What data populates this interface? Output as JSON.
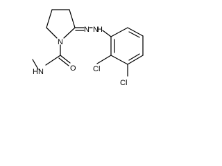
{
  "molecule": {
    "atoms": {
      "amide_n": "N",
      "amide_h": "H",
      "ring_n": "N",
      "carbonyl_o": "O",
      "hydrazone_n1": "N",
      "hydrazone_n2": "N",
      "hydrazone_h": "H",
      "chloro_1": "Cl",
      "chloro_2": "Cl"
    }
  }
}
